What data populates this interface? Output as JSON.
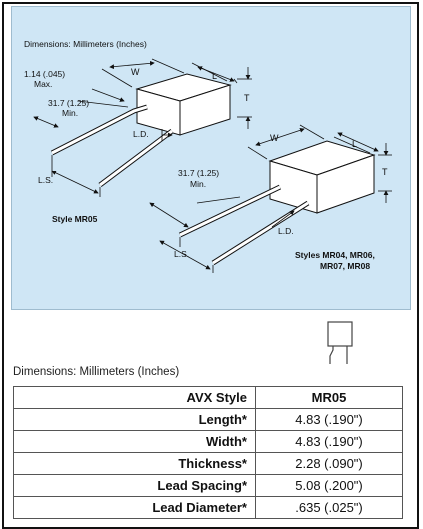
{
  "diagram": {
    "caption": "Dimensions: Millimeters (Inches)",
    "mr05": {
      "lead_dia_value": "1.14 (.045)",
      "lead_dia_max": "Max.",
      "lead_len_value": "31.7 (1.25)",
      "lead_len_min": "Min.",
      "w": "W",
      "l": "L",
      "t": "T",
      "ld": "L.D.",
      "ls": "L.S.",
      "style": "Style MR05"
    },
    "mr04": {
      "lead_len_value": "31.7 (1.25)",
      "lead_len_min": "Min.",
      "w": "W",
      "l": "L",
      "t": "T",
      "ld": "L.D.",
      "ls": "L.S.",
      "style_line1": "Styles MR04, MR06,",
      "style_line2": "MR07, MR08"
    }
  },
  "table": {
    "caption": "Dimensions: Millimeters (Inches)",
    "header": {
      "label": "AVX Style",
      "value": "MR05"
    },
    "rows": [
      {
        "label": "Length*",
        "value": "4.83 (.190\")"
      },
      {
        "label": "Width*",
        "value": "4.83 (.190\")"
      },
      {
        "label": "Thickness*",
        "value": "2.28 (.090\")"
      },
      {
        "label": "Lead Spacing*",
        "value": "5.08 (.200\")"
      },
      {
        "label": "Lead Diameter*",
        "value": ".635 (.025\")"
      }
    ]
  },
  "colors": {
    "diagram_bg": "#cfe6f5",
    "border": "#111111"
  }
}
